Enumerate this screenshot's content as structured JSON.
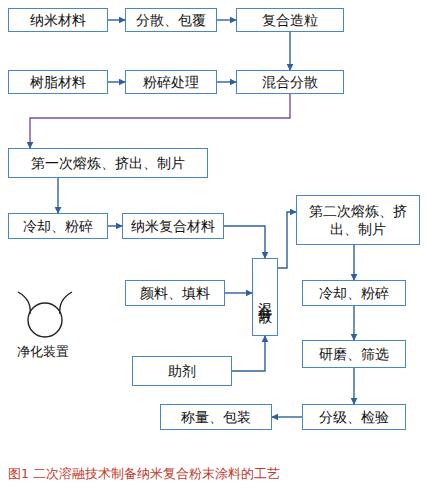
{
  "diagram": {
    "caption": "图1  二次溶融技术制备纳米复合粉末涂料的工艺",
    "nodes": [
      {
        "text": [
          "纳米材料"
        ]
      },
      {
        "text": [
          "分散、包覆"
        ]
      },
      {
        "text": [
          "复合造粒"
        ]
      },
      {
        "text": [
          "树脂材料"
        ]
      },
      {
        "text": [
          "粉碎处理"
        ]
      },
      {
        "text": [
          "混合分散"
        ]
      },
      {
        "text": [
          "第一次熔炼、挤出、制片"
        ]
      },
      {
        "text": [
          "冷却、粉碎"
        ]
      },
      {
        "text": [
          "纳米复合材料"
        ]
      },
      {
        "text": [
          "混合分散"
        ]
      },
      {
        "text": [
          "颜料、填料"
        ]
      },
      {
        "text": [
          "助剂"
        ]
      },
      {
        "text": [
          "第二次熔炼、挤出、制片"
        ]
      },
      {
        "text": [
          "冷却、粉碎"
        ]
      },
      {
        "text": [
          "研磨、筛选"
        ]
      },
      {
        "text": [
          "分级、检验"
        ]
      },
      {
        "text": [
          "称量、包装"
        ]
      }
    ],
    "edges": [
      {
        "from": 0,
        "to": 1,
        "arrow": "to"
      },
      {
        "from": 1,
        "to": 2,
        "arrow": "to"
      },
      {
        "from": 3,
        "to": 4,
        "arrow": "to"
      },
      {
        "from": 4,
        "to": 5,
        "arrow": "to"
      },
      {
        "from": 2,
        "to": 5,
        "arrow": "to"
      },
      {
        "from": 5,
        "to": 6,
        "arrow": "to"
      },
      {
        "from": 6,
        "to": 7,
        "arrow": "to"
      },
      {
        "from": 7,
        "to": 8,
        "arrow": "to"
      },
      {
        "from": 8,
        "to": 9,
        "arrow": "to"
      },
      {
        "from": 10,
        "to": 9,
        "arrow": "to"
      },
      {
        "from": 11,
        "to": 9,
        "arrow": "to"
      },
      {
        "from": 9,
        "to": 12,
        "arrow": "to"
      },
      {
        "from": 12,
        "to": 13,
        "arrow": "to"
      },
      {
        "from": 13,
        "to": 14,
        "arrow": "to"
      },
      {
        "from": 14,
        "to": 15,
        "arrow": "to"
      },
      {
        "from": 15,
        "to": 16,
        "arrow": "to"
      }
    ],
    "labels": [
      "净化装置"
    ]
  }
}
